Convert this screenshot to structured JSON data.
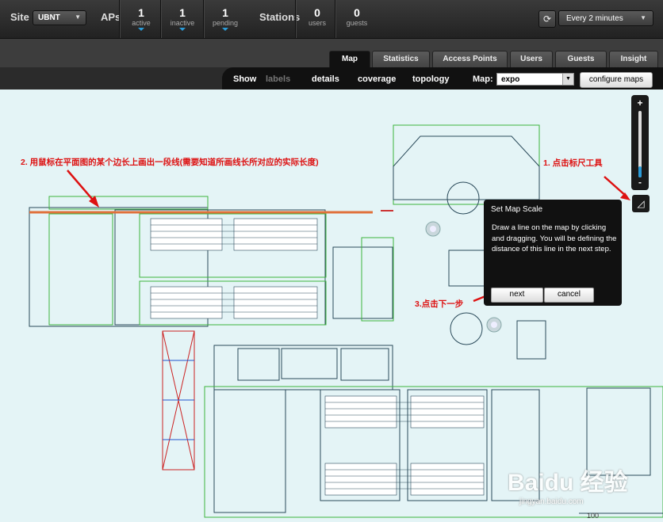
{
  "topbar": {
    "site_label": "Site",
    "site_value": "UBNT",
    "aps_label": "APs",
    "aps_stats": [
      {
        "value": "1",
        "caption": "active"
      },
      {
        "value": "1",
        "caption": "inactive"
      },
      {
        "value": "1",
        "caption": "pending"
      }
    ],
    "stations_label": "Stations",
    "station_stats": [
      {
        "value": "0",
        "caption": "users"
      },
      {
        "value": "0",
        "caption": "guests"
      }
    ],
    "refresh_interval": "Every 2 minutes"
  },
  "tabs": [
    "Map",
    "Statistics",
    "Access Points",
    "Users",
    "Guests",
    "Insight"
  ],
  "active_tab": "Map",
  "subbar": {
    "show_label": "Show",
    "labels_item": "labels",
    "details": "details",
    "coverage": "coverage",
    "topology": "topology",
    "map_label": "Map:",
    "map_value": "expo",
    "configure_button": "configure maps"
  },
  "zoom": {
    "plus": "+",
    "minus": "-",
    "level": 0.17
  },
  "popup": {
    "title": "Set Map Scale",
    "body": "Draw a line on the map by clicking and dragging. You will be defining the distance of this line in the next step.",
    "next": "next",
    "cancel": "cancel"
  },
  "annotations": {
    "step1": "1. 点击标尺工具",
    "step2": "2. 用鼠标在平面图的某个边长上画出一段线(需要知道所画线长所对应的实际长度)",
    "step3": "3.点击下一步"
  },
  "watermark": {
    "brand": "Baidu 经验",
    "url": "jingyan.baidu.com"
  },
  "map_corner_text": "100",
  "colors": {
    "accent": "#2b9bd8",
    "annotation": "#dd1111",
    "map_bg": "#e4f4f6",
    "scale_line": "#e0703a",
    "wall_green": "#3cb43c"
  }
}
